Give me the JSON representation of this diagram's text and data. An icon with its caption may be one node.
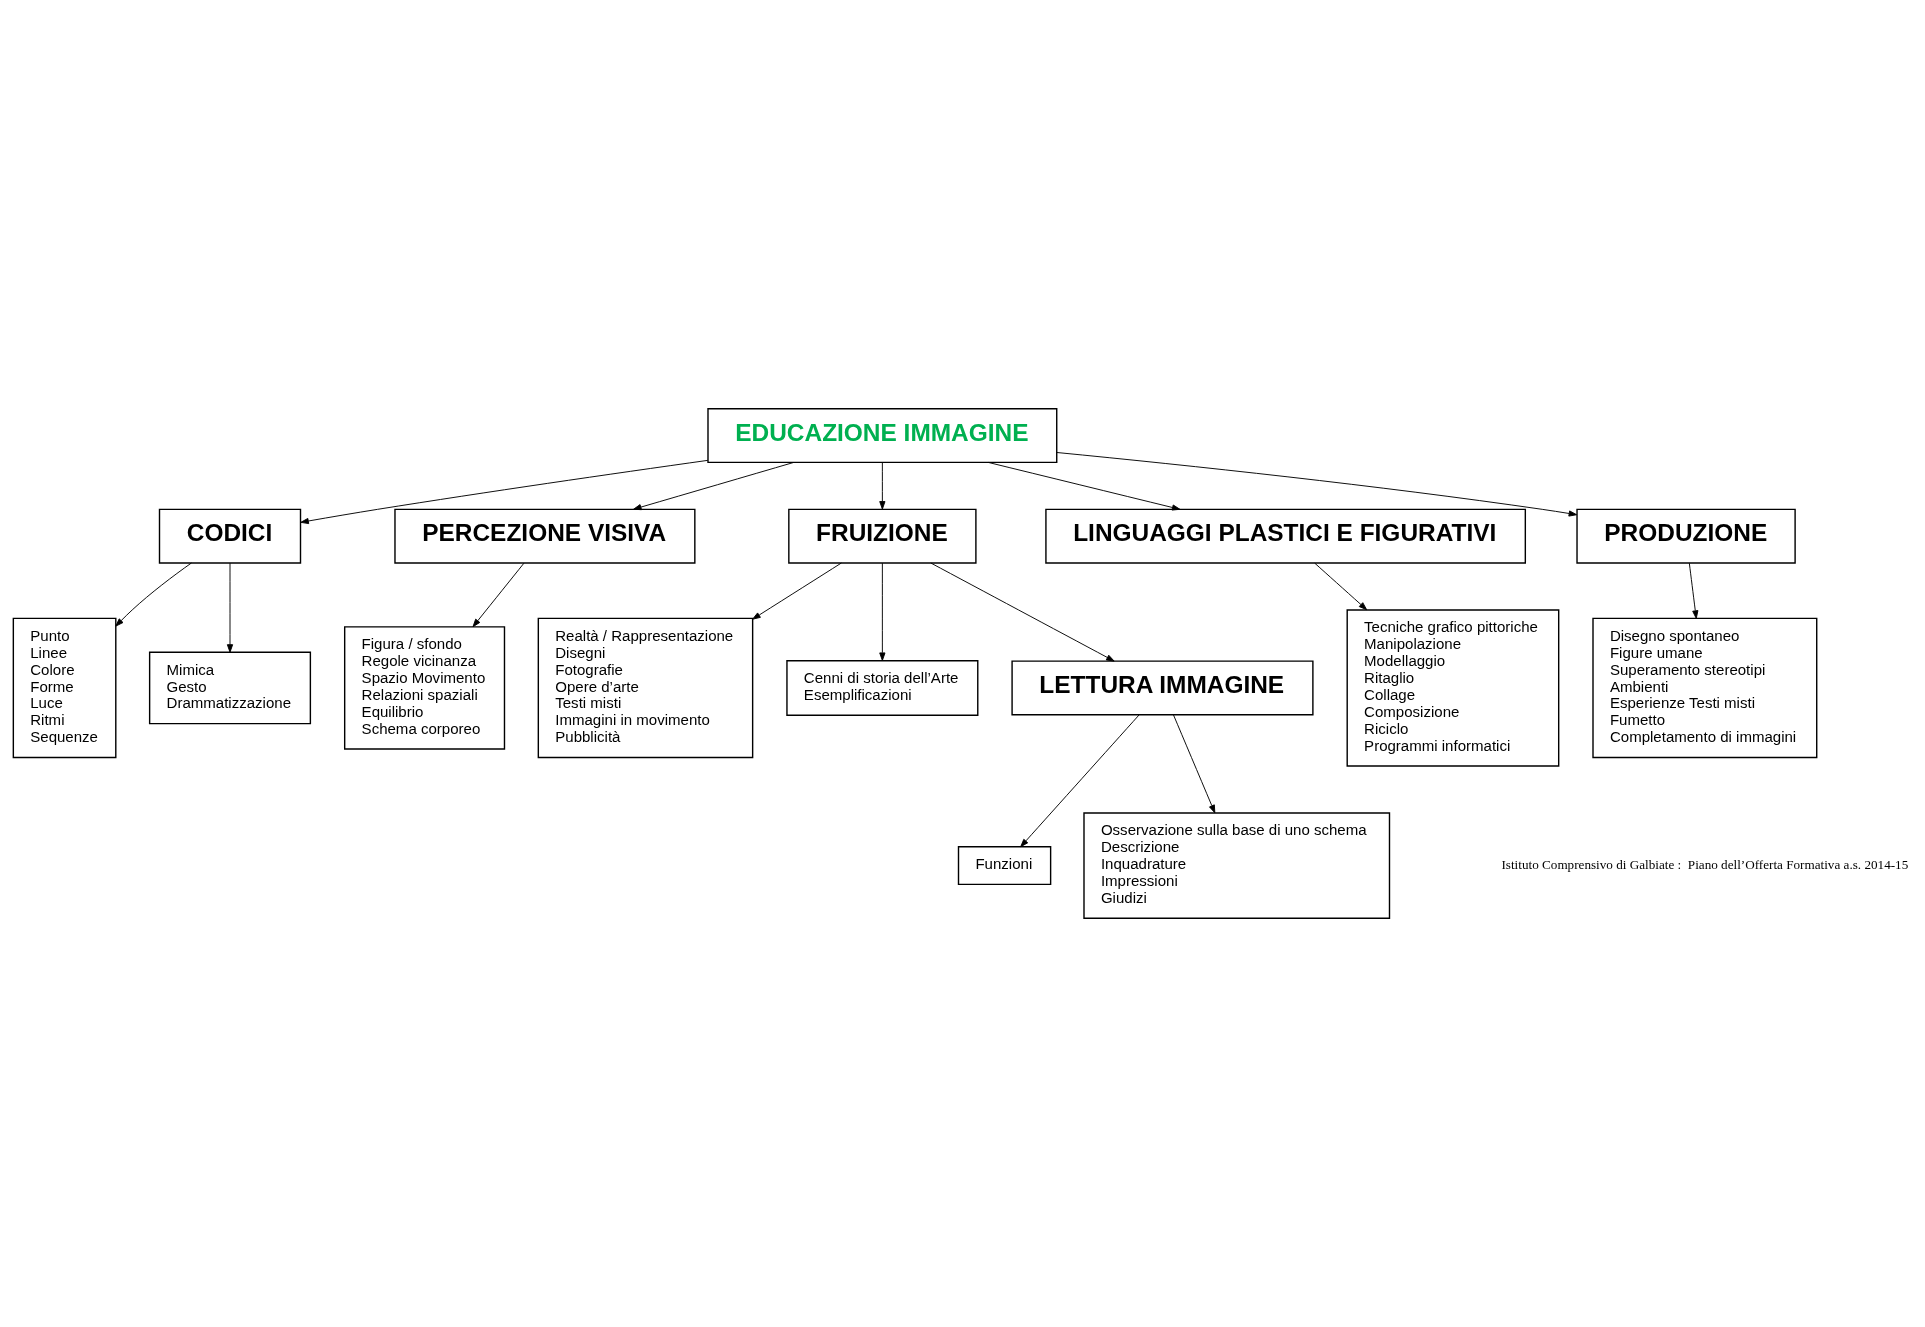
{
  "diagram": {
    "nodes": [
      {
        "text": [
          "Figura / sfondo",
          "Regole vicinanza",
          "Spazio Movimento",
          "Relazioni spaziali",
          "Equilibrio",
          "Schema corporeo"
        ]
      },
      {
        "text": [
          "Punto",
          "Linee",
          "Colore",
          "Forme",
          "Luce",
          "Ritmi",
          "Sequenze"
        ]
      },
      {
        "text": [
          "Mimica",
          "Gesto",
          "Drammatizzazione"
        ]
      },
      {
        "text": [
          "Realtà / Rappresentazione",
          "Disegni",
          "Fotografie",
          "Opere d’arte",
          "Testi misti",
          "Immagini in movimento",
          "Pubblicità"
        ]
      },
      {
        "text": [
          "Cenni di storia dell’Arte",
          "Esemplificazioni"
        ]
      },
      {
        "text": [
          "CODICI"
        ]
      },
      {
        "text": [
          "PERCEZIONE VISIVA"
        ]
      },
      {
        "text": [
          "FRUIZIONE"
        ]
      },
      {
        "text": [
          "EDUCAZIONE IMMAGINE"
        ]
      },
      {
        "text": [
          "LINGUAGGI PLASTICI E FIGURATIVI"
        ]
      },
      {
        "text": [
          "LETTURA IMMAGINE"
        ]
      },
      {
        "text": [
          "PRODUZIONE"
        ]
      },
      {
        "text": [
          "Funzioni"
        ]
      },
      {
        "text": [
          "Osservazione sulla base di uno schema",
          "Descrizione",
          "Inquadrature",
          "Impressioni",
          "Giudizi"
        ]
      },
      {
        "text": [
          "Tecniche grafico pittoriche",
          "Manipolazione",
          "Modellaggio",
          "Ritaglio",
          "Collage",
          "Composizione",
          "Riciclo",
          "Programmi informatici"
        ]
      },
      {
        "text": [
          "Disegno spontaneo",
          "Figure umane",
          "Superamento stereotipi",
          "Ambienti",
          "Esperienze Testi misti",
          "Fumetto",
          "Completamento di immagini"
        ]
      }
    ],
    "edges": [
      {
        "from": 8,
        "to": 6,
        "arrow": "to"
      },
      {
        "from": 8,
        "to": 5,
        "arrow": "to"
      },
      {
        "from": 8,
        "to": 7,
        "arrow": "to"
      },
      {
        "from": 8,
        "to": 9,
        "arrow": "to"
      },
      {
        "from": 8,
        "to": 11,
        "arrow": "to"
      },
      {
        "from": 6,
        "to": 0,
        "arrow": "to"
      },
      {
        "from": 5,
        "to": 1,
        "arrow": "to"
      },
      {
        "from": 5,
        "to": 2,
        "arrow": "to"
      },
      {
        "from": 7,
        "to": 3,
        "arrow": "to"
      },
      {
        "from": 7,
        "to": 4,
        "arrow": "to"
      },
      {
        "from": 7,
        "to": 10,
        "arrow": "to"
      },
      {
        "from": 10,
        "to": 13,
        "arrow": "to"
      },
      {
        "from": 10,
        "to": 12,
        "arrow": "to"
      },
      {
        "from": 9,
        "to": 14,
        "arrow": "to"
      },
      {
        "from": 11,
        "to": 15,
        "arrow": "to"
      }
    ],
    "labels": [
      "Istituto Comprensivo di Galbiate :  Piano dell’Offerta Formativa a.s. 2014-15"
    ]
  }
}
